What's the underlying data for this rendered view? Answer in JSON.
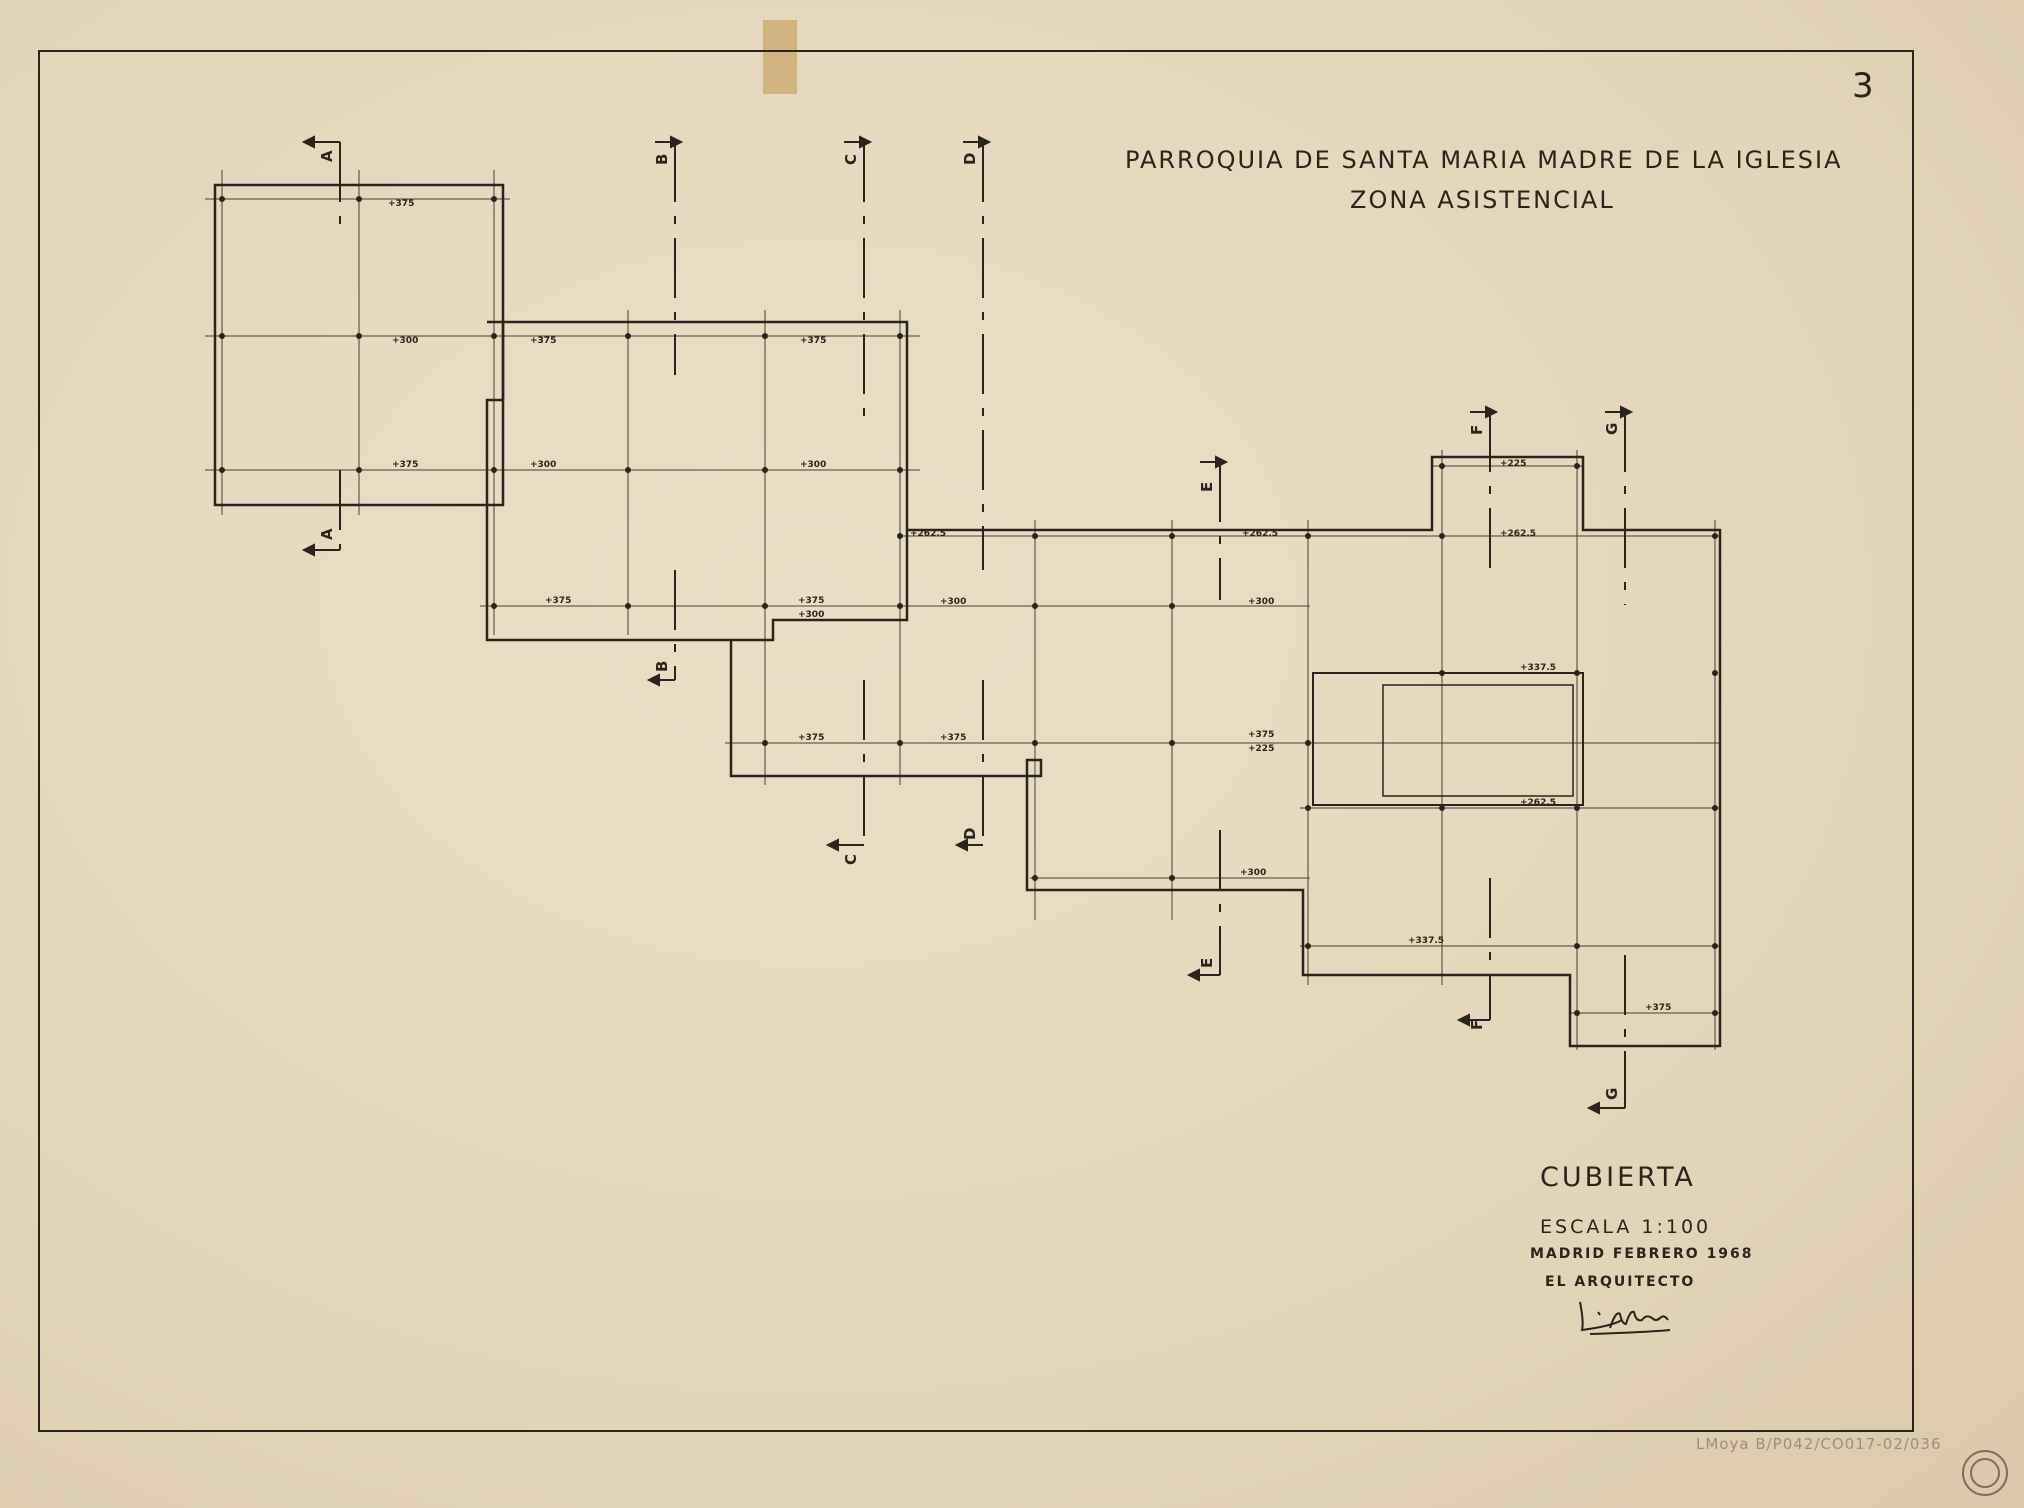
{
  "sheet": {
    "number": "3",
    "title_line_1": "PARROQUIA DE SANTA MARIA MADRE DE LA IGLESIA",
    "title_line_2": "ZONA ASISTENCIAL",
    "plan_name": "CUBIERTA",
    "scale": "ESCALA 1:100",
    "place_date": "MADRID FEBRERO 1968",
    "architect_label": "EL ARQUITECTO",
    "signature": "L. Moya",
    "archive_ref": "LMoya B/P042/CO017-02/036"
  },
  "section_marks": [
    "A",
    "B",
    "C",
    "D",
    "E",
    "F",
    "G"
  ],
  "elevation_labels": [
    "+375",
    "+300",
    "+262.5",
    "+225",
    "+337.5"
  ],
  "colors": {
    "paper": "#e6d9bf",
    "ink": "#2b241a",
    "tape": "#c9a76a"
  }
}
